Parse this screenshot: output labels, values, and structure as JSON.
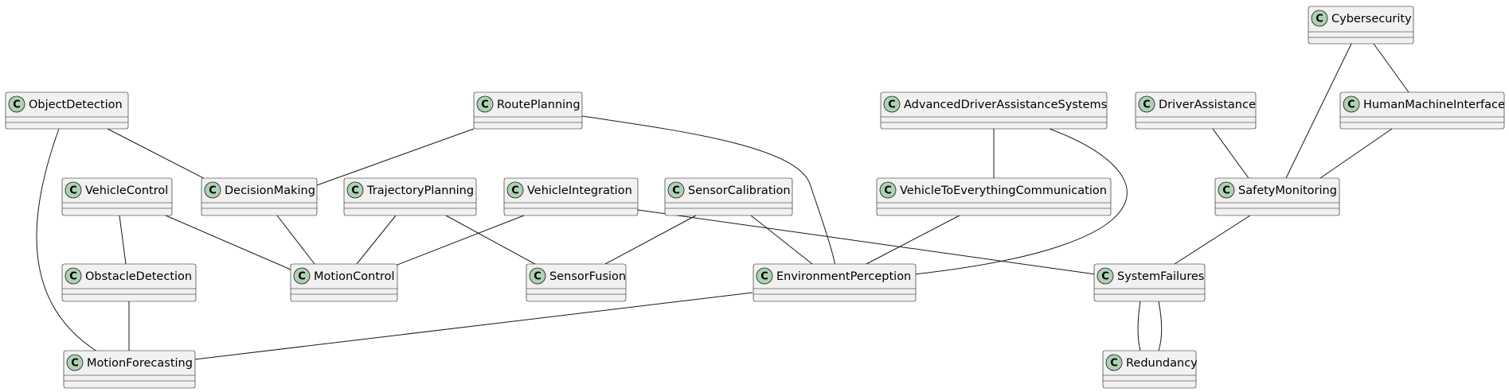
{
  "diagram": {
    "class_badge_glyph": "C",
    "colors": {
      "box_fill": "#f1f1f1",
      "box_stroke": "#181818",
      "badge_fill": "#add1b2",
      "edge": "#181818"
    },
    "classes": {
      "cybersecurity": "Cybersecurity",
      "object_detection": "ObjectDetection",
      "route_planning": "RoutePlanning",
      "adas": "AdvancedDriverAssistanceSystems",
      "driver_assistance": "DriverAssistance",
      "hmi": "HumanMachineInterface",
      "vehicle_control": "VehicleControl",
      "decision_making": "DecisionMaking",
      "trajectory_planning": "TrajectoryPlanning",
      "vehicle_integration": "VehicleIntegration",
      "sensor_calibration": "SensorCalibration",
      "v2x": "VehicleToEverythingCommunication",
      "safety_monitoring": "SafetyMonitoring",
      "obstacle_detection": "ObstacleDetection",
      "motion_control": "MotionControl",
      "sensor_fusion": "SensorFusion",
      "environment_perception": "EnvironmentPerception",
      "system_failures": "SystemFailures",
      "motion_forecasting": "MotionForecasting",
      "redundancy": "Redundancy"
    },
    "associations": [
      [
        "object_detection",
        "decision_making"
      ],
      [
        "object_detection",
        "motion_forecasting"
      ],
      [
        "route_planning",
        "decision_making"
      ],
      [
        "route_planning",
        "environment_perception"
      ],
      [
        "adas",
        "v2x"
      ],
      [
        "adas",
        "environment_perception"
      ],
      [
        "cybersecurity",
        "safety_monitoring"
      ],
      [
        "cybersecurity",
        "hmi"
      ],
      [
        "driver_assistance",
        "safety_monitoring"
      ],
      [
        "hmi",
        "safety_monitoring"
      ],
      [
        "vehicle_control",
        "obstacle_detection"
      ],
      [
        "vehicle_control",
        "motion_control"
      ],
      [
        "decision_making",
        "motion_control"
      ],
      [
        "trajectory_planning",
        "motion_control"
      ],
      [
        "trajectory_planning",
        "sensor_fusion"
      ],
      [
        "vehicle_integration",
        "motion_control"
      ],
      [
        "vehicle_integration",
        "system_failures"
      ],
      [
        "sensor_calibration",
        "sensor_fusion"
      ],
      [
        "sensor_calibration",
        "environment_perception"
      ],
      [
        "v2x",
        "environment_perception"
      ],
      [
        "safety_monitoring",
        "system_failures"
      ],
      [
        "obstacle_detection",
        "motion_forecasting"
      ],
      [
        "environment_perception",
        "motion_forecasting"
      ],
      [
        "system_failures",
        "redundancy"
      ],
      [
        "system_failures",
        "redundancy"
      ]
    ]
  }
}
